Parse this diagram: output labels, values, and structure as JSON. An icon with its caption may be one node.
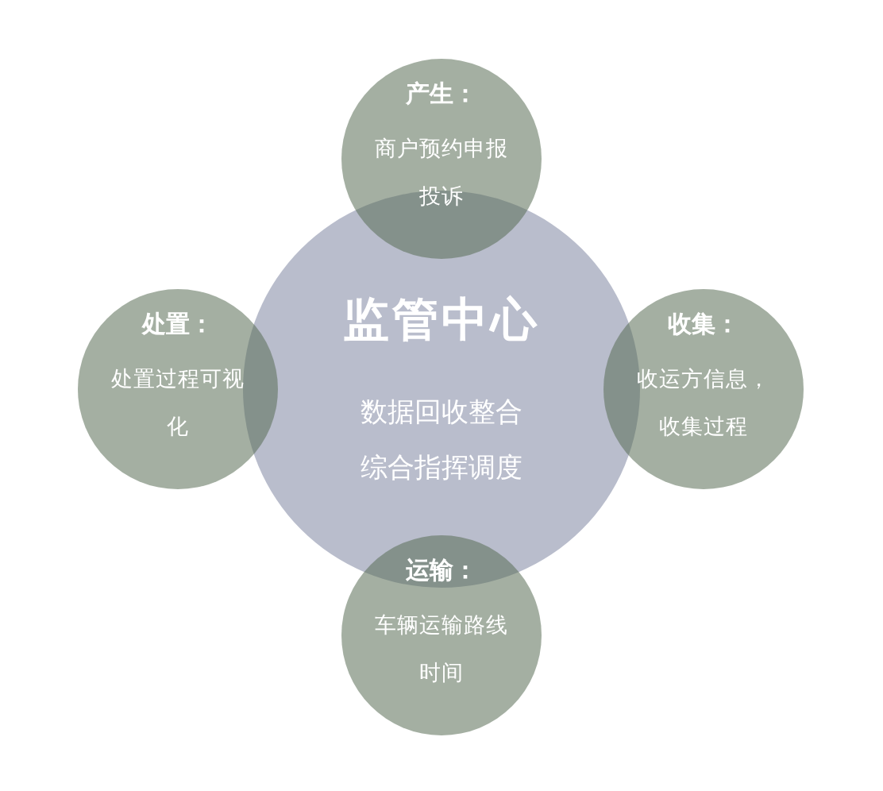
{
  "diagram": {
    "nodes": [
      {
        "text": [
          "监管中心",
          "数据回收整合",
          "综合指挥调度"
        ]
      },
      {
        "text": [
          "产生：",
          "商户预约申报投诉"
        ]
      },
      {
        "text": [
          "处置：",
          "处置过程可视化"
        ]
      },
      {
        "text": [
          "收集：",
          "收运方信息，收集过程"
        ]
      },
      {
        "text": [
          "运输：",
          "车辆运输路线时间"
        ]
      }
    ]
  }
}
